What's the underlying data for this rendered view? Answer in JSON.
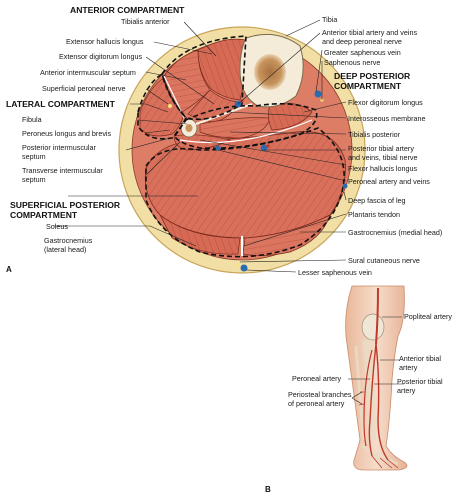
{
  "panel_a": {
    "letter": "A",
    "compartments": {
      "anterior": "ANTERIOR COMPARTMENT",
      "lateral": "LATERAL COMPARTMENT",
      "deep_posterior_1": "DEEP POSTERIOR",
      "deep_posterior_2": "COMPARTMENT",
      "superficial_posterior_1": "SUPERFICIAL POSTERIOR",
      "superficial_posterior_2": "COMPARTMENT"
    },
    "left_labels": {
      "tibialis_anterior": "Tibialis anterior",
      "extensor_hallucis_longus": "Extensor hallucis longus",
      "extensor_digitorum_longus": "Extensor digitorum longus",
      "anterior_intermuscular_septum": "Anterior intermuscular septum",
      "superficial_peroneal_nerve": "Superficial peroneal nerve",
      "fibula": "Fibula",
      "peroneus_longus_brevis": "Peroneus longus and brevis",
      "posterior_intermuscular_septum_1": "Posterior intermuscular",
      "posterior_intermuscular_septum_2": "septum",
      "transverse_intermuscular_septum_1": "Transverse intermuscular",
      "transverse_intermuscular_septum_2": "septum",
      "soleus": "Soleus",
      "gastrocnemius_lateral_1": "Gastrocnemius",
      "gastrocnemius_lateral_2": "(lateral head)"
    },
    "right_labels": {
      "tibia": "Tibia",
      "anterior_tibial_artery_1": "Anterior tibial artery and veins",
      "anterior_tibial_artery_2": "and deep peroneal nerve",
      "greater_saphenous_vein": "Greater saphenous vein",
      "saphenous_nerve": "Saphenous nerve",
      "flexor_digitorum_longus": "Flexor digitorum longus",
      "interosseous_membrane": "Interosseous membrane",
      "tibialis_posterior": "Tibialis posterior",
      "posterior_tibial_artery_1": "Posterior tibial artery",
      "posterior_tibial_artery_2": "and veins, tibial nerve",
      "flexor_hallucis_longus": "Flexor hallucis longus",
      "peroneal_artery_veins": "Peroneal artery and veins",
      "deep_fascia": "Deep fascia of leg",
      "plantaris_tendon": "Plantaris tendon",
      "gastrocnemius_medial": "Gastrocnemius (medial head)",
      "sural_cutaneous_nerve": "Sural cutaneous nerve",
      "lesser_saphenous_vein": "Lesser saphenous vein"
    }
  },
  "panel_b": {
    "letter": "B",
    "labels": {
      "popliteal_artery": "Popliteal artery",
      "anterior_tibial_artery_1": "Anterior tibial",
      "anterior_tibial_artery_2": "artery",
      "peroneal_artery": "Peroneal artery",
      "posterior_tibial_artery_1": "Posterior tibial",
      "posterior_tibial_artery_2": "artery",
      "periosteal_branches_1": "Periosteal branches",
      "periosteal_branches_2": "of peroneal artery"
    }
  },
  "colors": {
    "muscle": "#d9705c",
    "skin_fat": "#f1dfa6",
    "bone": "#f4ecd9",
    "vessel_blue": "#2b6cb0",
    "artery_red": "#c0392b",
    "leg_skin": "#f3d3bd"
  }
}
